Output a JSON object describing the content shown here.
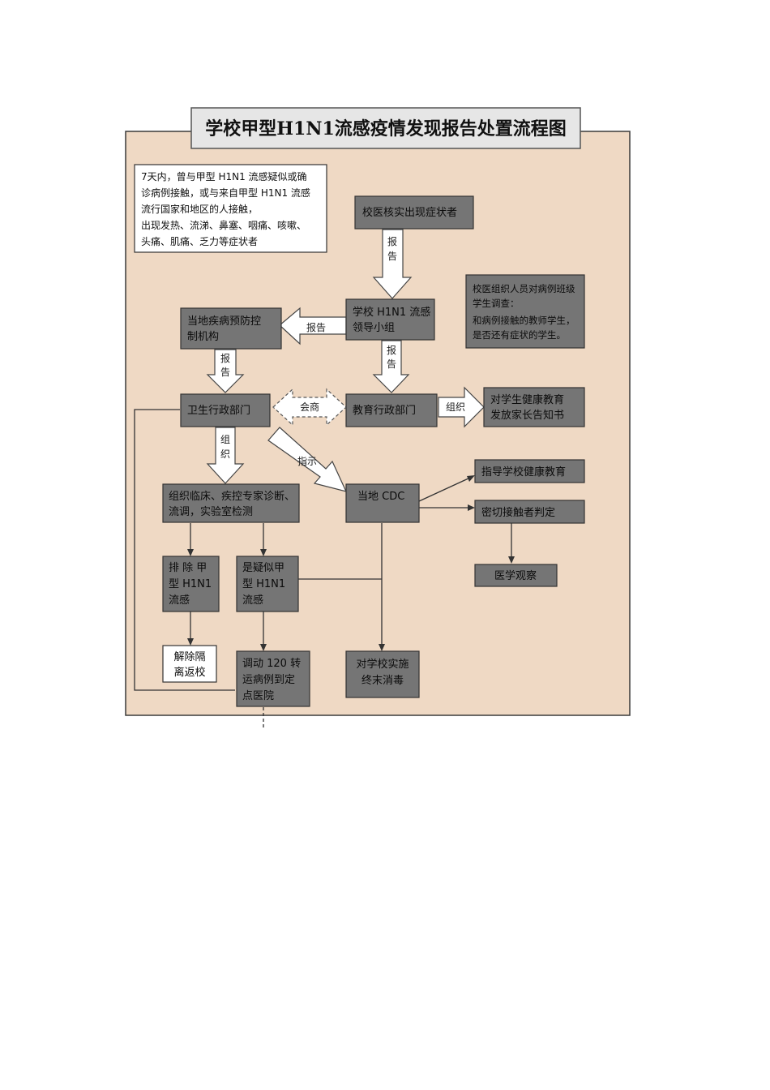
{
  "title": "学校甲型H1N1流感疫情发现报告处置流程图",
  "note_lines": [
    "7天内，曾与甲型 H1N1 流感疑似或确",
    "诊病例接触，或与来自甲型 H1N1 流感",
    "流行国家和地区的人接触，",
    "出现发热、流涕、鼻塞、咽痛、咳嗽、",
    "头痛、肌痛、乏力等症状者"
  ],
  "nodes": {
    "school_doctor": [
      "校医核实出现症状者"
    ],
    "leader_group": [
      "学校 H1N1 流感",
      "领导小组"
    ],
    "investigation": [
      "校医组织人员对病例班级",
      "学生调查：",
      "和病例接触的教师学生，",
      "是否还有症状的学生。"
    ],
    "local_cdc_org": [
      "当地疾病预防控",
      "制机构"
    ],
    "health_dept": [
      "卫生行政部门"
    ],
    "edu_dept": [
      "教育行政部门"
    ],
    "health_edu": [
      "对学生健康教育",
      "发放家长告知书"
    ],
    "expert_diag": [
      "组织临床、疾控专家诊断、",
      "流调，实验室检测"
    ],
    "local_cdc": [
      "当地 CDC"
    ],
    "guide_school": [
      "指导学校健康教育"
    ],
    "close_contact": [
      "密切接触者判定"
    ],
    "medical_obs": [
      "医学观察"
    ],
    "excluded": [
      "排 除 甲",
      "型 H1N1",
      "流感"
    ],
    "suspected": [
      "是疑似甲",
      "型  H1N1",
      "流感"
    ],
    "release": [
      "解除隔",
      "离返校"
    ],
    "transfer": [
      "调动 120 转",
      "运病例到定",
      "点医院"
    ],
    "disinfect": [
      "对学校实施",
      "终末消毒"
    ]
  },
  "arrow_labels": {
    "report_1": [
      "报",
      "告"
    ],
    "report_2": "报告",
    "report_3": [
      "报",
      "告"
    ],
    "report_4": [
      "报",
      "告"
    ],
    "consult": "会商",
    "organize_1": "组织",
    "organize_2": [
      "组",
      "织"
    ],
    "instruct": "指示"
  }
}
